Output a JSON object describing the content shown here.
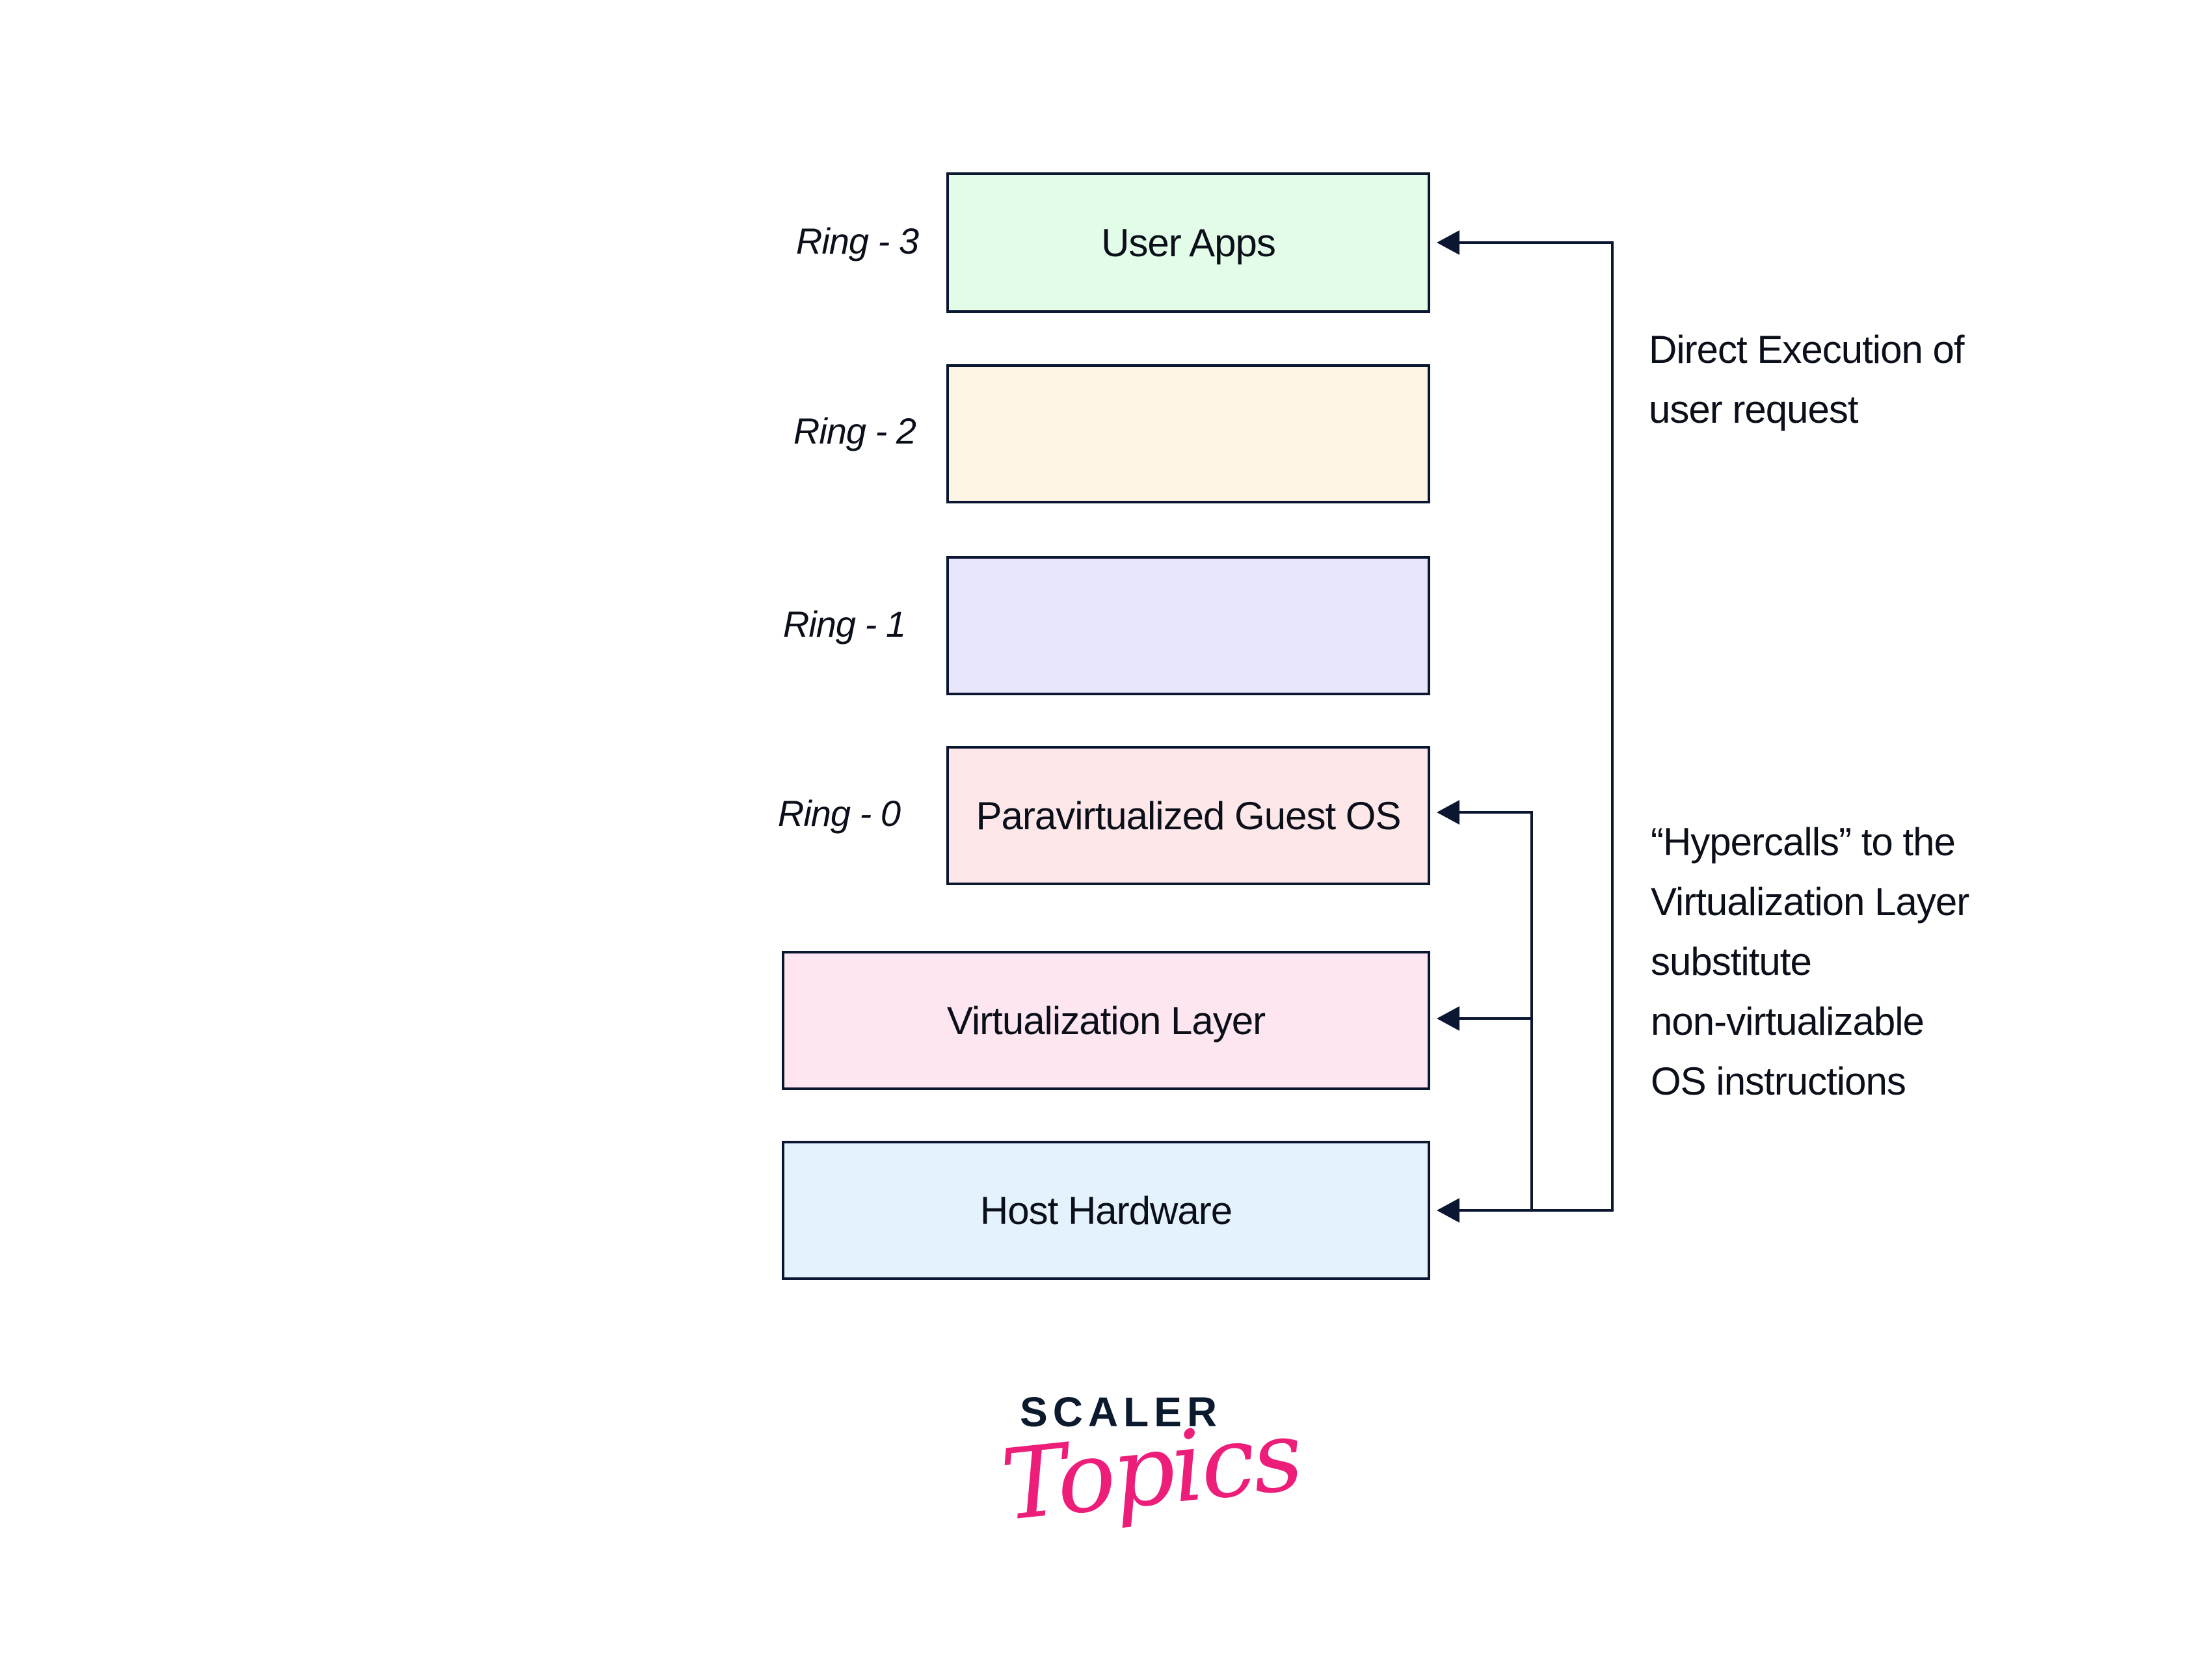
{
  "diagram": {
    "title": "Paravirtualization ring architecture",
    "layers": [
      {
        "id": "ring3",
        "ring_label": "Ring - 3",
        "label": "User Apps",
        "fill": "#E3FCE8"
      },
      {
        "id": "ring2",
        "ring_label": "Ring - 2",
        "label": "",
        "fill": "#FDF4E6"
      },
      {
        "id": "ring1",
        "ring_label": "Ring - 1",
        "label": "",
        "fill": "#E8E6FC"
      },
      {
        "id": "ring0",
        "ring_label": "Ring - 0",
        "label": "Paravirtualized Guest OS",
        "fill": "#FDE7E9"
      },
      {
        "id": "virt",
        "ring_label": "",
        "label": "Virtualization Layer",
        "fill": "#FDE6F0"
      },
      {
        "id": "host",
        "ring_label": "",
        "label": "Host Hardware",
        "fill": "#E4F2FD"
      }
    ],
    "notes": {
      "direct_execution": [
        "Direct Execution of",
        "user request"
      ],
      "hypercalls": [
        "“Hypercalls” to the",
        "Virtualization Layer",
        "substitute",
        "non-virtualizable",
        "OS instructions"
      ]
    },
    "connectors": [
      {
        "from": "host",
        "to": "ring3",
        "meaning": "Direct Execution of user request"
      },
      {
        "from": "host",
        "to": "ring0",
        "meaning": "Hypercalls"
      },
      {
        "from": "host",
        "to": "virt",
        "meaning": "Hypercalls"
      }
    ],
    "colors": {
      "stroke": "#0B1730",
      "text": "#0B0F19",
      "brand_dark": "#0C1A2E",
      "brand_pink": "#EC1E79"
    }
  },
  "logo": {
    "top": "SCALER",
    "bottom": "Topics"
  }
}
